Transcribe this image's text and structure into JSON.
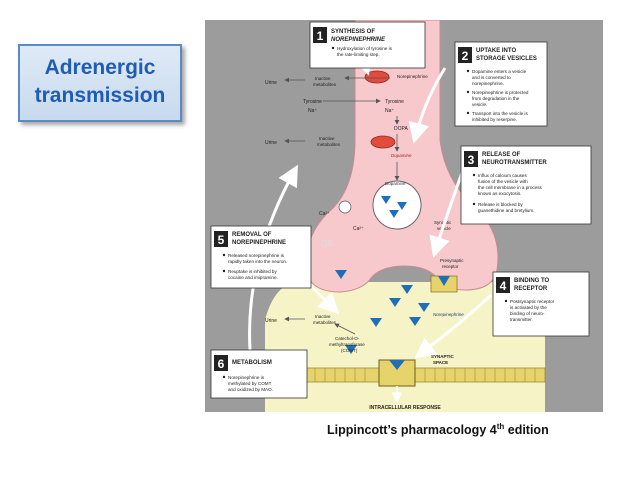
{
  "title": {
    "line1": "Adrenergic",
    "line2": "transmission"
  },
  "caption": {
    "text": "Lippincott’s pharmacology 4",
    "sup": "th",
    "tail": " edition"
  },
  "steps": [
    {
      "num": "1",
      "heading1": "SYNTHESIS OF",
      "heading2": "NOREPINEPHRINE",
      "bullets": [
        [
          "Hydroxylation of tyrosine is",
          "the rate-limiting step."
        ]
      ]
    },
    {
      "num": "2",
      "heading1": "UPTAKE INTO",
      "heading2": "STORAGE VESICLES",
      "bullets": [
        [
          "Dopamine enters a vesicle",
          "and is converted to",
          "norepinephrine."
        ],
        [
          "Norepinephrine is protected",
          "from degradation in the",
          "vesicle."
        ],
        [
          "Transport into the vesicle is",
          "inhibited by reserpine."
        ]
      ]
    },
    {
      "num": "3",
      "heading1": "RELEASE OF",
      "heading2": "NEUROTRANSMITTER",
      "bullets": [
        [
          "Influx of calcium causes",
          "fusion of the vesicle with",
          "the cell membrane in a process",
          "known as exocytosis."
        ],
        [
          "Release is blocked by",
          "guanethidine and bretylium."
        ]
      ]
    },
    {
      "num": "4",
      "heading1": "BINDING TO",
      "heading2": "RECEPTOR",
      "bullets": [
        [
          "Postsynaptic receptor",
          "is activated by the",
          "binding of neuro-",
          "transmitter."
        ]
      ]
    },
    {
      "num": "5",
      "heading1": "REMOVAL OF",
      "heading2": "NOREPINEPHRINE",
      "bullets": [
        [
          "Released norepinephrine is",
          "rapidly taken into the neuron."
        ],
        [
          "Reuptake is inhibited by",
          "cocaine and imipramine."
        ]
      ]
    },
    {
      "num": "6",
      "heading1": "METABOLISM",
      "heading2": "",
      "bullets": [
        [
          "Norepinephrine is",
          "methylated by COMT",
          "and oxidized by MAO."
        ]
      ]
    }
  ],
  "labels": {
    "urine": "Urine",
    "inactive": "Inactive",
    "metabolites": "metabolites",
    "norepinephrine": "Norepinephrine",
    "tyrosine": "Tyrosine",
    "na": "Na⁺",
    "dopa": "DOPA",
    "dopamine": "Dopamine",
    "ca": "Ca²⁺",
    "synaptic_vesicle_1": "Synaptic",
    "synaptic_vesicle_2": "vesicle",
    "presynaptic_1": "Presynaptic",
    "presynaptic_2": "receptor",
    "comt_1": "Catechol-O-",
    "comt_2": "methyltransferase",
    "comt_3": "(COMT)",
    "synaptic_space_1": "SYNAPTIC",
    "synaptic_space_2": "SPACE",
    "intracellular": "INTRACELLULAR RESPONSE",
    "gs": "gs"
  },
  "colors": {
    "title_text": "#1f5db4",
    "title_border": "#5b8bc6",
    "neuron": "#f7c9cd",
    "synapse": "#f6f3c6",
    "nt_triangle": "#1e6fb8",
    "membrane": "#e7d36b",
    "step_box": "#ffffff"
  }
}
